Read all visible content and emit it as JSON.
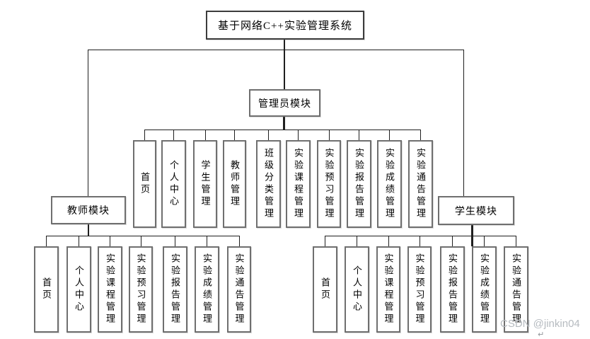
{
  "diagram": {
    "root": {
      "label": "基于网络C++实验管理系统"
    },
    "admin_module": {
      "label": "管理员模块",
      "children": [
        "首页",
        "个人中心",
        "学生管理",
        "教师管理",
        "班级分类管理",
        "实验课程管理",
        "实验预习管理",
        "实验报告管理",
        "实验成绩管理",
        "实验通告管理"
      ]
    },
    "teacher_module": {
      "label": "教师模块",
      "children": [
        "首页",
        "个人中心",
        "实验课程管理",
        "实验预习管理",
        "实验报告管理",
        "实验成绩管理",
        "实验通告管理"
      ]
    },
    "student_module": {
      "label": "学生模块",
      "children": [
        "首页",
        "个人中心",
        "实验课程管理",
        "实验预习管理",
        "实验报告管理",
        "实验成绩管理",
        "实验通告管理"
      ]
    }
  },
  "watermark": {
    "text": "CSDN @jinkin04",
    "paragraph_mark": "↵"
  },
  "colors": {
    "box_border": "#6f6f6f",
    "title_border": "#3c3c3c",
    "connector": "#1f1f1f",
    "watermark": "#b6bbc0",
    "background": "#ffffff"
  }
}
